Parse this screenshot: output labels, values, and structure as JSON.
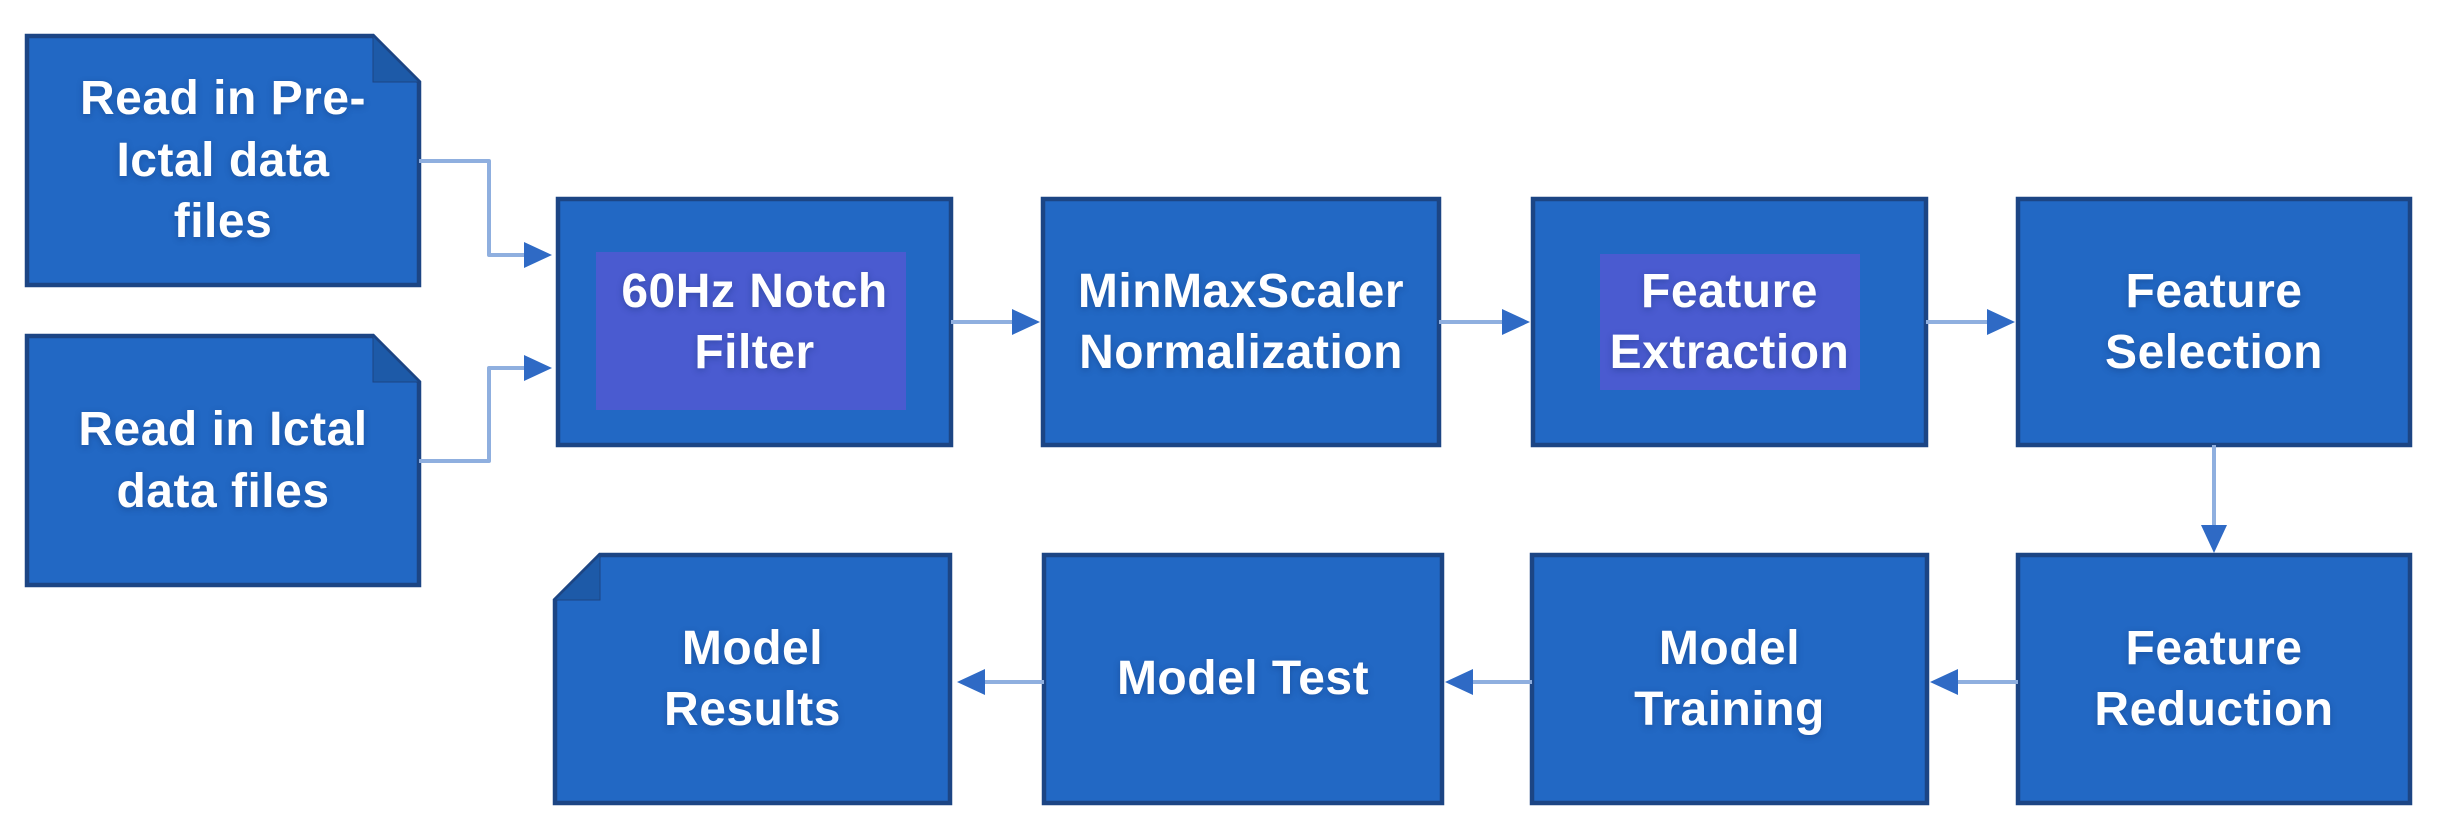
{
  "diagram": {
    "type": "flowchart",
    "colors": {
      "background": "#ffffff",
      "box_fill": "#2268c4",
      "box_border": "#1c4584",
      "fold_fill": "#1d5aa8",
      "highlight_fill": "#4a5bd0",
      "connector_line": "#8fafdf",
      "arrowhead_fill": "#2f6ac5",
      "text": "#ffffff"
    },
    "nodes": [
      {
        "id": "read-pre-ictal",
        "label": "Read in Pre-Ictal data files",
        "lines": [
          "Read in Pre-",
          "Ictal data",
          "files"
        ],
        "shape": "folded-corner-top-right"
      },
      {
        "id": "read-ictal",
        "label": "Read in Ictal data files",
        "lines": [
          "Read in Ictal",
          "data files"
        ],
        "shape": "folded-corner-top-right"
      },
      {
        "id": "notch-filter",
        "label": "60Hz Notch Filter",
        "lines": [
          "60Hz Notch",
          "Filter"
        ],
        "shape": "rectangle",
        "text_highlighted": true
      },
      {
        "id": "minmax-normalization",
        "label": "MinMaxScaler Normalization",
        "lines": [
          "MinMaxScaler",
          "Normalization"
        ],
        "shape": "rectangle",
        "text_highlighted": false
      },
      {
        "id": "feature-extraction",
        "label": "Feature Extraction",
        "lines": [
          "Feature",
          "Extraction"
        ],
        "shape": "rectangle",
        "text_highlighted": true
      },
      {
        "id": "feature-selection",
        "label": "Feature Selection",
        "lines": [
          "Feature",
          "Selection"
        ],
        "shape": "rectangle",
        "text_highlighted": false
      },
      {
        "id": "feature-reduction",
        "label": "Feature Reduction",
        "lines": [
          "Feature",
          "Reduction"
        ],
        "shape": "rectangle",
        "text_highlighted": false
      },
      {
        "id": "model-training",
        "label": "Model Training",
        "lines": [
          "Model",
          "Training"
        ],
        "shape": "rectangle",
        "text_highlighted": false
      },
      {
        "id": "model-test",
        "label": "Model Test",
        "lines": [
          "Model Test"
        ],
        "shape": "rectangle",
        "text_highlighted": false
      },
      {
        "id": "model-results",
        "label": "Model Results",
        "lines": [
          "Model",
          "Results"
        ],
        "shape": "folded-corner-top-left"
      }
    ],
    "edges": [
      {
        "from": "read-pre-ictal",
        "to": "notch-filter"
      },
      {
        "from": "read-ictal",
        "to": "notch-filter"
      },
      {
        "from": "notch-filter",
        "to": "minmax-normalization"
      },
      {
        "from": "minmax-normalization",
        "to": "feature-extraction"
      },
      {
        "from": "feature-extraction",
        "to": "feature-selection"
      },
      {
        "from": "feature-selection",
        "to": "feature-reduction"
      },
      {
        "from": "feature-reduction",
        "to": "model-training"
      },
      {
        "from": "model-training",
        "to": "model-test"
      },
      {
        "from": "model-test",
        "to": "model-results"
      }
    ]
  }
}
